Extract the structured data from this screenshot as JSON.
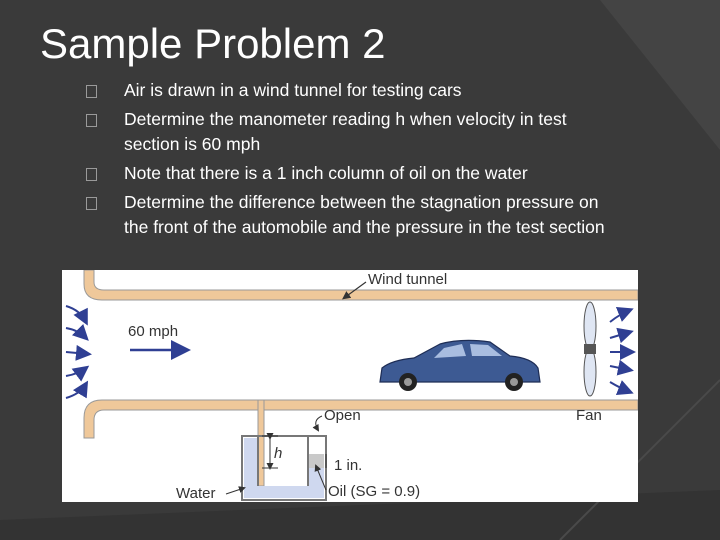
{
  "slide": {
    "title": "Sample Problem 2",
    "bullets": [
      "Air is drawn in a wind tunnel for testing cars",
      "Determine the manometer reading h when velocity in test section is 60 mph",
      "Note that there is a 1 inch column of oil on the water",
      "Determine the difference between the stagnation pressure on the front of the automobile and the pressure in the test section"
    ]
  },
  "figure": {
    "wind_tunnel": "Wind tunnel",
    "speed": "60 mph",
    "open": "Open",
    "fan": "Fan",
    "h": "h",
    "oil_height": "1 in.",
    "water": "Water",
    "oil": "Oil (SG = 0.9)"
  },
  "colors": {
    "background": "#3a3a3a",
    "tunnel_wall": "#efc89a",
    "arrow": "#2f3f93",
    "car": "#3d5a93",
    "water": "#cfd8ef"
  }
}
